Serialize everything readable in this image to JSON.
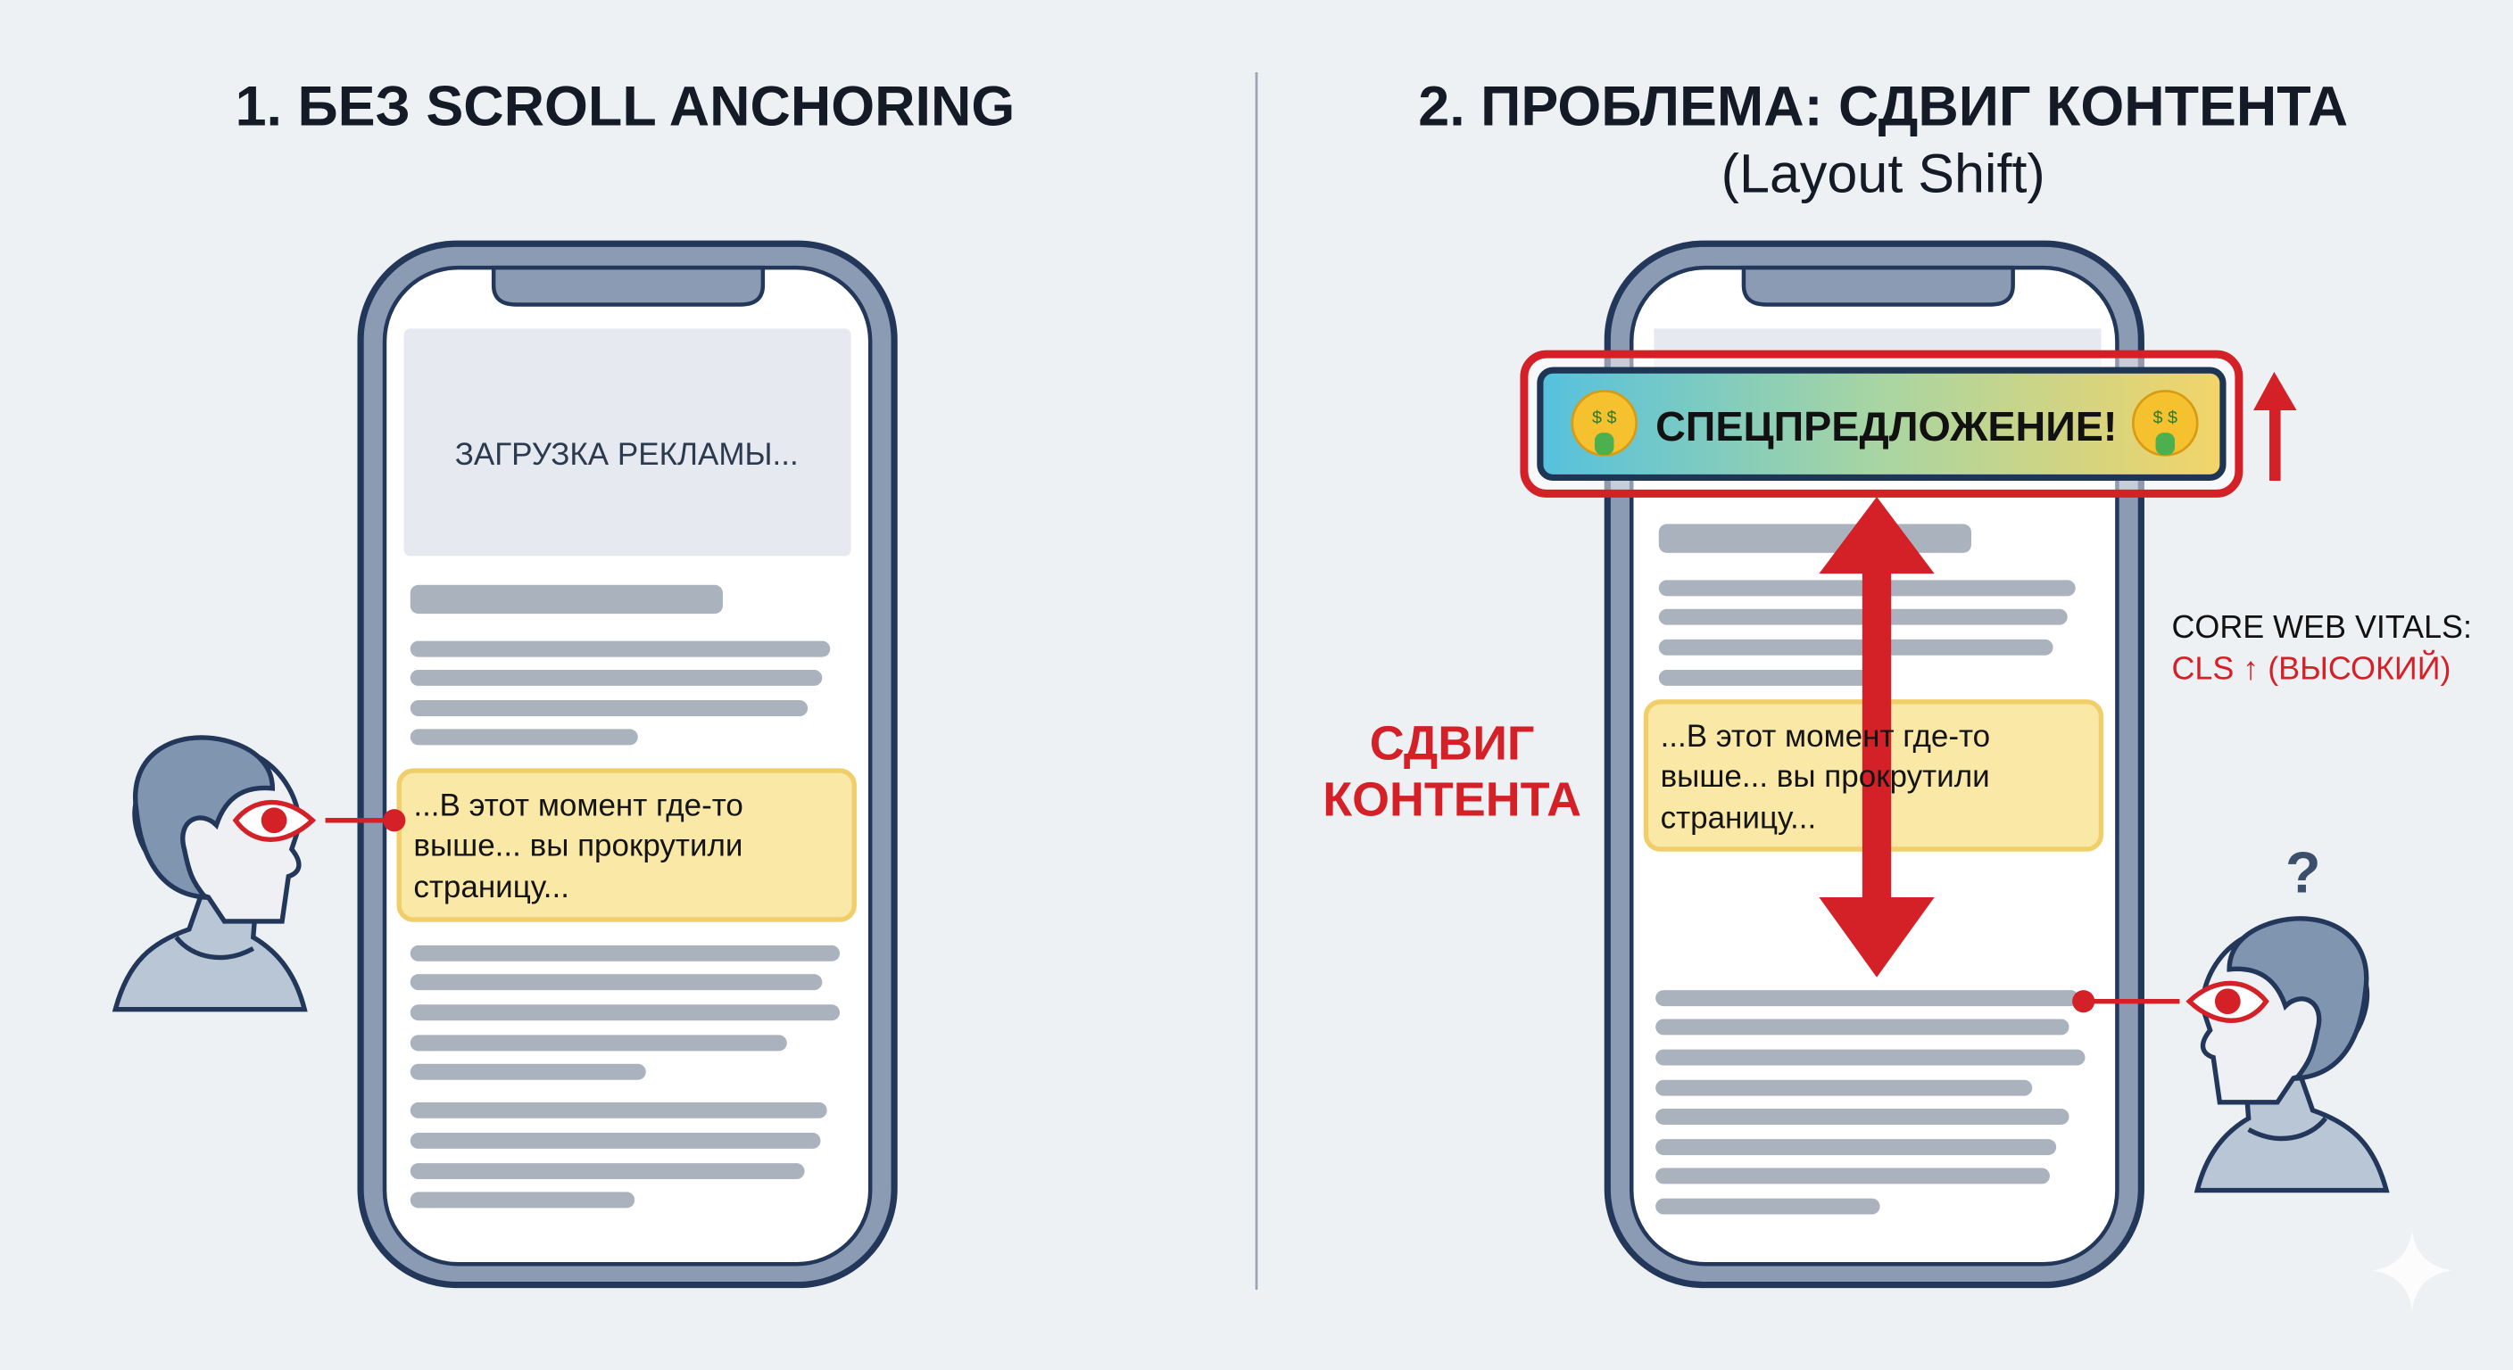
{
  "left_panel": {
    "title": "1. БЕЗ SCROLL ANCHORING",
    "ad_placeholder": "ЗАГРУЗКА РЕКЛАМЫ...",
    "highlight_lines": [
      "...В этот момент где-то",
      "выше... вы прокрутили",
      "страницу..."
    ]
  },
  "right_panel": {
    "title": "2. ПРОБЛЕМА: СДВИГ КОНТЕНТА",
    "subtitle": "(Layout Shift)",
    "ad_banner": "СПЕЦПРЕДЛОЖЕНИЕ!",
    "shift_label_lines": [
      "СДВИГ",
      "КОНТЕНТА"
    ],
    "highlight_lines": [
      "...В этот момент где-то",
      "выше... вы прокрутили",
      "страницу..."
    ],
    "metrics_title": "CORE WEB VITALS:",
    "metrics_value": "CLS ↑ (ВЫСОКИЙ)",
    "confusion_mark": "?"
  },
  "colors": {
    "accent_red": "#d42027",
    "phone_frame": "#8a9bb3",
    "outline": "#22375a",
    "highlight": "#fae8a6",
    "placeholder_bar": "#aab2be"
  }
}
